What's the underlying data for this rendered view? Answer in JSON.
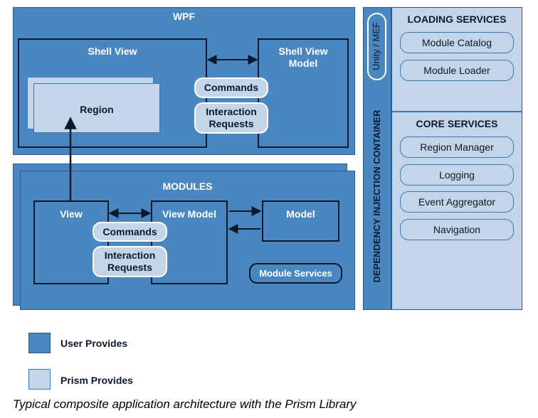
{
  "wpf": {
    "title": "WPF"
  },
  "shell": {
    "view": "Shell View",
    "viewmodel": "Shell View Model",
    "region": "Region",
    "commands": "Commands",
    "interaction": "Interaction Requests"
  },
  "modules": {
    "title": "MODULES",
    "view": "View",
    "viewmodel": "View Model",
    "model": "Model",
    "commands": "Commands",
    "interaction": "Interaction Requests",
    "module_services": "Module Services"
  },
  "di": {
    "container": "DEPENDENCY INJECTION CONTAINER",
    "unity": "Unity / MEF"
  },
  "loading": {
    "title": "LOADING SERVICES",
    "items": [
      "Module Catalog",
      "Module Loader"
    ]
  },
  "core": {
    "title": "CORE SERVICES",
    "items": [
      "Region Manager",
      "Logging",
      "Event Aggregator",
      "Navigation"
    ]
  },
  "legend": {
    "user": "User Provides",
    "prism": "Prism Provides"
  },
  "caption": "Typical composite application architecture with the Prism Library",
  "colors": {
    "user": "#4a86c0",
    "prism": "#c4d5ea",
    "outline": "#0b1a2b"
  }
}
